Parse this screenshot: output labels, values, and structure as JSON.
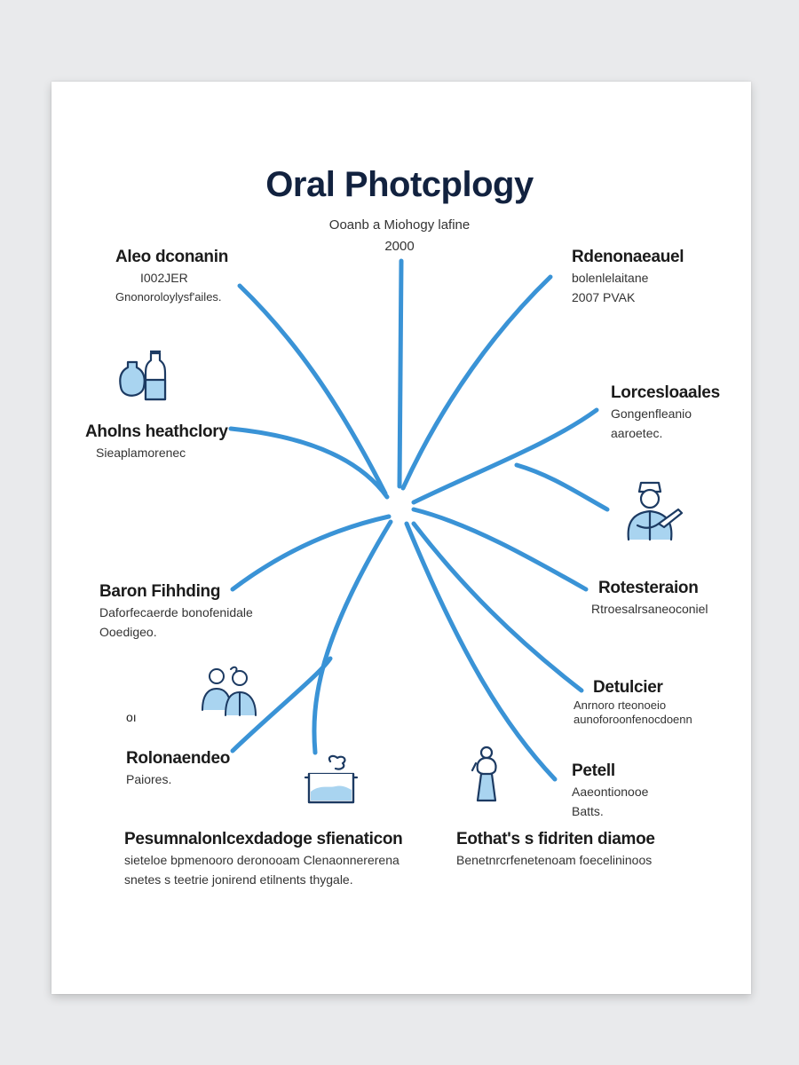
{
  "title": "Oral Photcplogy",
  "subtitle": {
    "line1": "Ooanb a Miohogy lafine",
    "line2": "2000"
  },
  "nodes": {
    "n1": {
      "heading": "Aleo dconanin",
      "line1": "I002JER",
      "line2": "Gnonoroloylysf'ailes."
    },
    "n2": {
      "heading": "Aholns heathclory",
      "line1": "Sieaplamorenec"
    },
    "n3": {
      "heading": "Baron Fihhding",
      "line1": "Daforfecaerde bonofenidale",
      "line2": "Ooedigeo."
    },
    "n4": {
      "heading": "Rolonaendeo",
      "line1": "Paiores."
    },
    "n5": {
      "heading": "Pesumnalonlcexdadoge sfienaticon",
      "line1": "sieteloe bpmenooro deronooam Clenaonnererena",
      "line2": "snetes s teetrie jonirend etilnents thygale."
    },
    "n6": {
      "heading": "Rdenonaeauel",
      "line1": "bolenlelaitane",
      "line2": "2007 PVAK"
    },
    "n7": {
      "heading": "Lorcesloaales",
      "line1": "Gongenfleanio",
      "line2": "aaroetec."
    },
    "n8": {
      "heading": "Rotesteraion",
      "line1": "Rtroesalrsaneoconiel"
    },
    "n9": {
      "heading": "Detulcier",
      "line1": "Anrnoro rteonoeio",
      "line2": "aunoforoonfenocdoenn"
    },
    "n10": {
      "heading": "Petell",
      "line1": "Aaeontionooe",
      "line2": "Batts."
    },
    "n11": {
      "heading": "Eothat's s fidriten diamoe",
      "line1": "Benetnrcrfenetenoam foecelininoos"
    }
  },
  "stray_text": "oı",
  "colors": {
    "line": "#3a93d6",
    "icon_stroke": "#1c3a62",
    "icon_fill": "#a9d4f0",
    "title": "#12223f"
  },
  "icons": [
    "bottles-icon",
    "doctor-icon",
    "people-icon",
    "pot-icon",
    "figure-icon"
  ]
}
